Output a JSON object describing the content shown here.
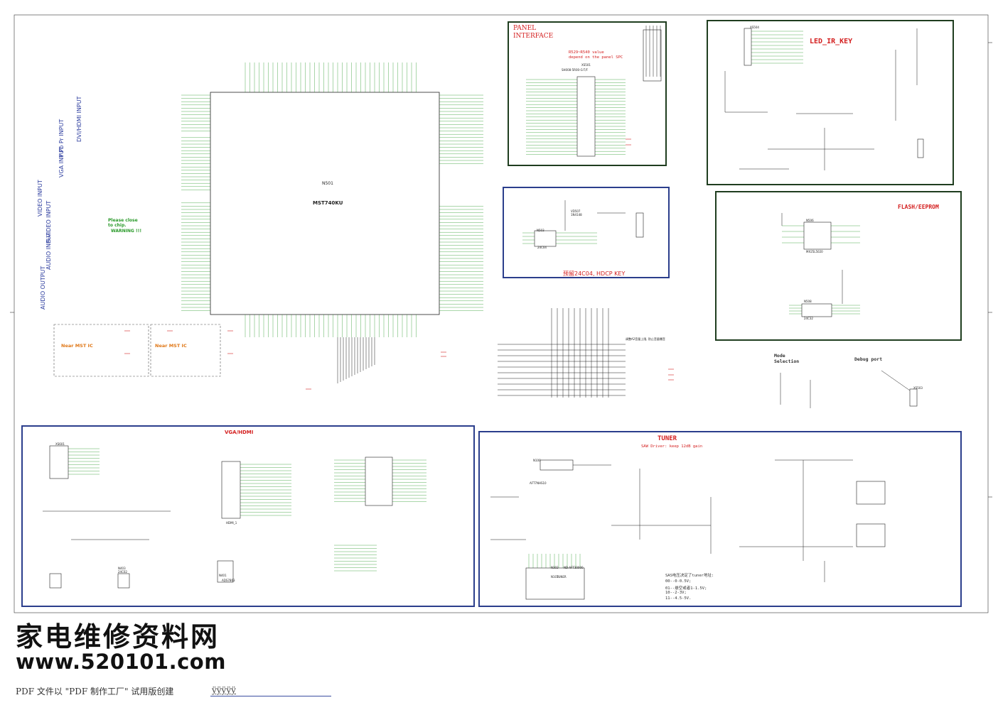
{
  "main_ic": {
    "ref": "N501",
    "part": "MST740KU"
  },
  "sections": {
    "panel_interface": {
      "line1": "PANEL",
      "line2": "INTERFACE",
      "note1": "R529~R540 value",
      "note2": "depend on the panel SPC",
      "connector": "XS501",
      "conn_part": "SH008-5R00-G-T/F"
    },
    "led_ir_key": {
      "title": "LED_IR_KEY",
      "connector": "XS504"
    },
    "hdcp": {
      "title": "预留24C04, HDCP KEY",
      "ic": "N503",
      "ic_part": "24C04",
      "diode": "VD507",
      "diode_part": "1N4148"
    },
    "flash": {
      "title": "FLASH/EEPROM",
      "ic1": "N506",
      "ic1_part": "MX25L5020",
      "ic2": "N508",
      "ic2_part": "24C32"
    },
    "vga_hdmi": {
      "title": "VGA/HDMI",
      "connector": "XS601",
      "hdmi": "HDMI_1",
      "ic": "N401",
      "ic_part": "ADS7863",
      "ic2": "N403",
      "ic2_part": "24C02"
    },
    "tuner": {
      "title": "TUNER",
      "subtitle": "SAW Driver: keep 12dB gain",
      "ic": "N103",
      "ic_part": "TUNER",
      "saw": "N100",
      "saw_part": "AFT7NHS10",
      "tuner_ic": "N102",
      "tuner_ic_part": "ND-AFT10000",
      "note1": "SAS电压决定了tuner地址:",
      "note2": "00--0-0.5V;",
      "note3": "01--悬空或者1-1.5V;",
      "note4": "10--2-3V;",
      "note5": "11--4.5-5V."
    },
    "mode_selection": {
      "line1": "Mode",
      "line2": "Selection"
    },
    "debug_port": {
      "title": "Debug port",
      "connector": "XS503"
    }
  },
  "side_labels": {
    "dvi_hdmi": "DVI/HDMI INPUT",
    "ypbpr": "Y Pb Pr INPUT",
    "vga": "VGA INPUT",
    "video": "VIDEO INPUT",
    "svideo": "S-VIDEO INPUT",
    "audio_in": "AUDIO INPUT",
    "audio_out": "AUDIO OUTPUT"
  },
  "notes": {
    "please_close": "Please close",
    "to_chip": "to chip.",
    "warning": "WARNING !!!",
    "near_mst1": "Near MST IC",
    "near_mst2": "Near MST IC",
    "chinese_note": "调整A2音量上限, 防止音量爆音"
  },
  "watermark": {
    "chinese": "家电维修资料网",
    "url": "www.520101.com"
  },
  "footer": {
    "text": "PDF 文件以 \"PDF 制作工厂\" 试用版创建",
    "link": "ÿÿÿÿÿ"
  },
  "colors": {
    "wire": "#1a1a1a",
    "net_label": "#2a9a2a",
    "red_text": "#d42020",
    "box_green": "#1f3d1f",
    "box_blue": "#2b3e8c"
  }
}
